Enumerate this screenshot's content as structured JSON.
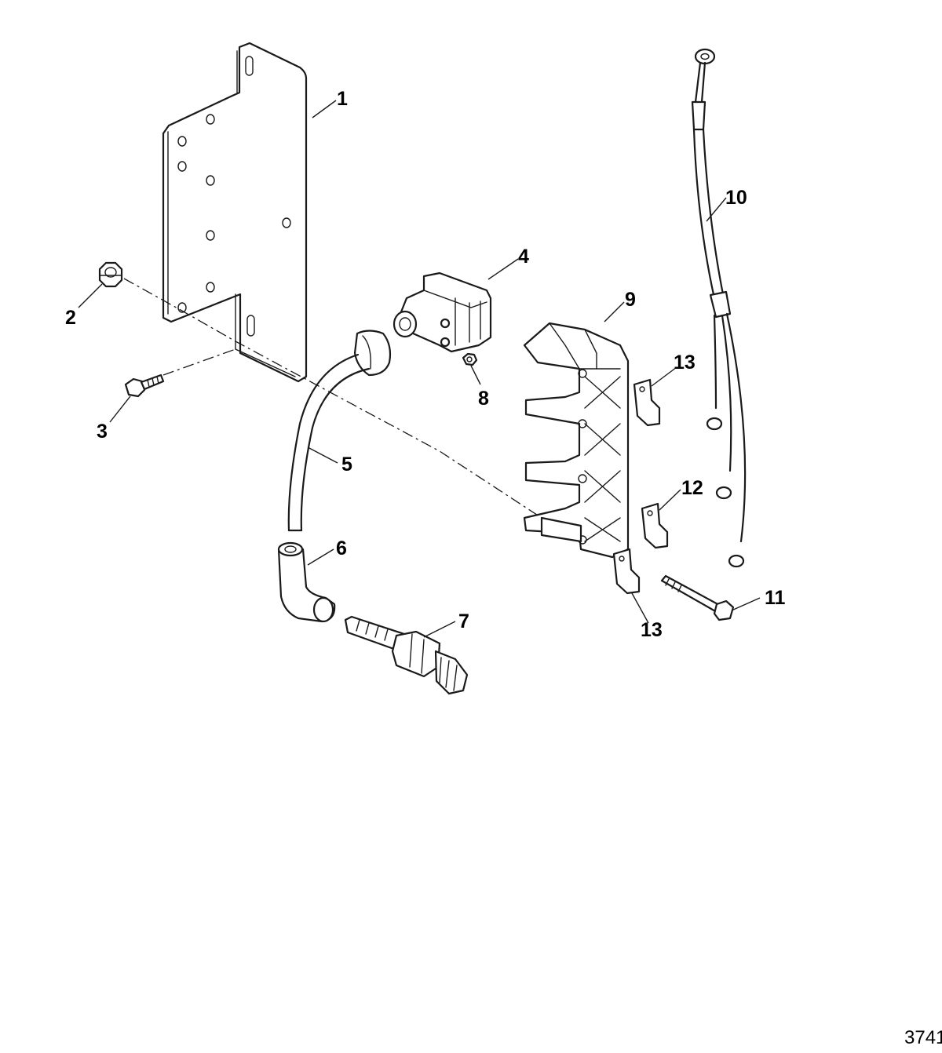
{
  "callouts": [
    {
      "id": "1",
      "label": "1"
    },
    {
      "id": "2",
      "label": "2"
    },
    {
      "id": "3",
      "label": "3"
    },
    {
      "id": "4",
      "label": "4"
    },
    {
      "id": "5",
      "label": "5"
    },
    {
      "id": "6",
      "label": "6"
    },
    {
      "id": "7",
      "label": "7"
    },
    {
      "id": "8",
      "label": "8"
    },
    {
      "id": "9",
      "label": "9"
    },
    {
      "id": "10",
      "label": "10"
    },
    {
      "id": "11",
      "label": "11"
    },
    {
      "id": "12",
      "label": "12"
    },
    {
      "id": "13a",
      "label": "13"
    },
    {
      "id": "13b",
      "label": "13"
    }
  ],
  "figure_number": "3741"
}
